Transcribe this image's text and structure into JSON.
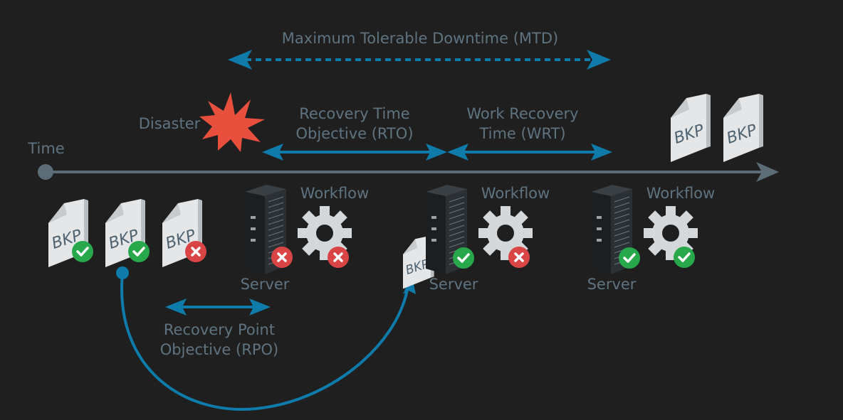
{
  "labels": {
    "mtd": "Maximum Tolerable Downtime (MTD)",
    "disaster": "Disaster",
    "time": "Time",
    "rto_line1": "Recovery Time",
    "rto_line2": "Objective (RTO)",
    "wrt_line1": "Work Recovery",
    "wrt_line2": "Time (WRT)",
    "rpo_line1": "Recovery Point",
    "rpo_line2": "Objective (RPO)",
    "workflow": "Workflow",
    "server": "Server",
    "bkp": "BKP"
  },
  "stages": [
    {
      "server_status": "failed",
      "workflow_status": "failed"
    },
    {
      "server_status": "ok",
      "workflow_status": "failed"
    },
    {
      "server_status": "ok",
      "workflow_status": "ok"
    }
  ],
  "backups": [
    "ok",
    "ok",
    "failed"
  ],
  "colors": {
    "background": "#1f1f1f",
    "label": "#5f7380",
    "arrow": "#0e7bab",
    "timeline": "#5d6d78",
    "disaster": "#e8503d",
    "ok": "#27a84a",
    "fail": "#d94545"
  },
  "icons": [
    "disaster-burst-icon",
    "bkp-document-icon",
    "server-rack-icon",
    "gear-icon",
    "check-badge-icon",
    "cross-badge-icon"
  ]
}
